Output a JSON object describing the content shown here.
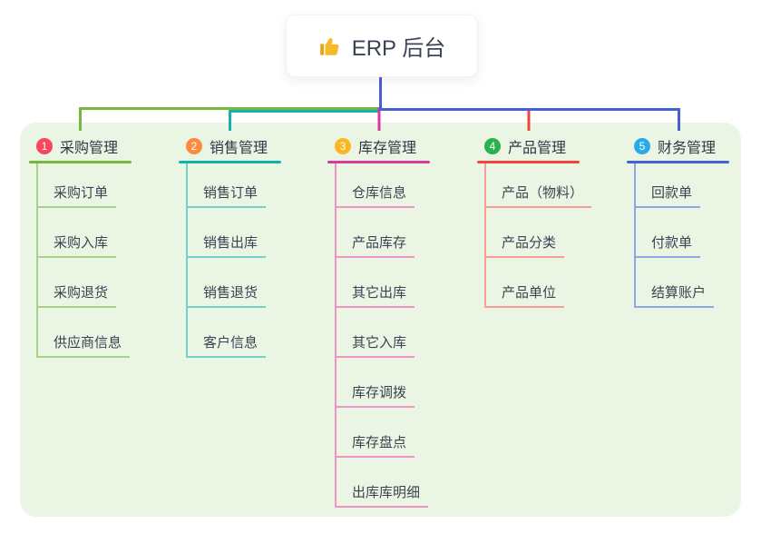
{
  "root": {
    "title": "ERP 后台",
    "icon": "thumbs-up"
  },
  "branches": [
    {
      "number": "1",
      "title": "采购管理",
      "badge_color": "#f6475f",
      "line_color": "#78b73e",
      "light_color": "#a8d287",
      "items": [
        "采购订单",
        "采购入库",
        "采购退货",
        "供应商信息"
      ]
    },
    {
      "number": "2",
      "title": "销售管理",
      "badge_color": "#fa8c3d",
      "line_color": "#13b1ac",
      "light_color": "#74d0c9",
      "items": [
        "销售订单",
        "销售出库",
        "销售退货",
        "客户信息"
      ]
    },
    {
      "number": "3",
      "title": "库存管理",
      "badge_color": "#fbb622",
      "line_color": "#d8399d",
      "light_color": "#ef94c7",
      "items": [
        "仓库信息",
        "产品库存",
        "其它出库",
        "其它入库",
        "库存调拨",
        "库存盘点",
        "出库库明细"
      ]
    },
    {
      "number": "4",
      "title": "产品管理",
      "badge_color": "#2cb14c",
      "line_color": "#f2433e",
      "light_color": "#f89e99",
      "items": [
        "产品（物料）",
        "产品分类",
        "产品单位"
      ]
    },
    {
      "number": "5",
      "title": "财务管理",
      "badge_color": "#2aabe8",
      "line_color": "#4460d5",
      "light_color": "#8fa6e8",
      "items": [
        "回款单",
        "付款单",
        "结算账户"
      ]
    }
  ],
  "colors": {
    "panel_bg": "#eaf6e3",
    "root_connector": "#4a5ed3",
    "root_text": "#3b4354",
    "branch_title_text": "#2f3748",
    "item_text": "#3b4352",
    "thumb_icon": "#f7b928",
    "thumb_icon_dark": "#eda412"
  }
}
